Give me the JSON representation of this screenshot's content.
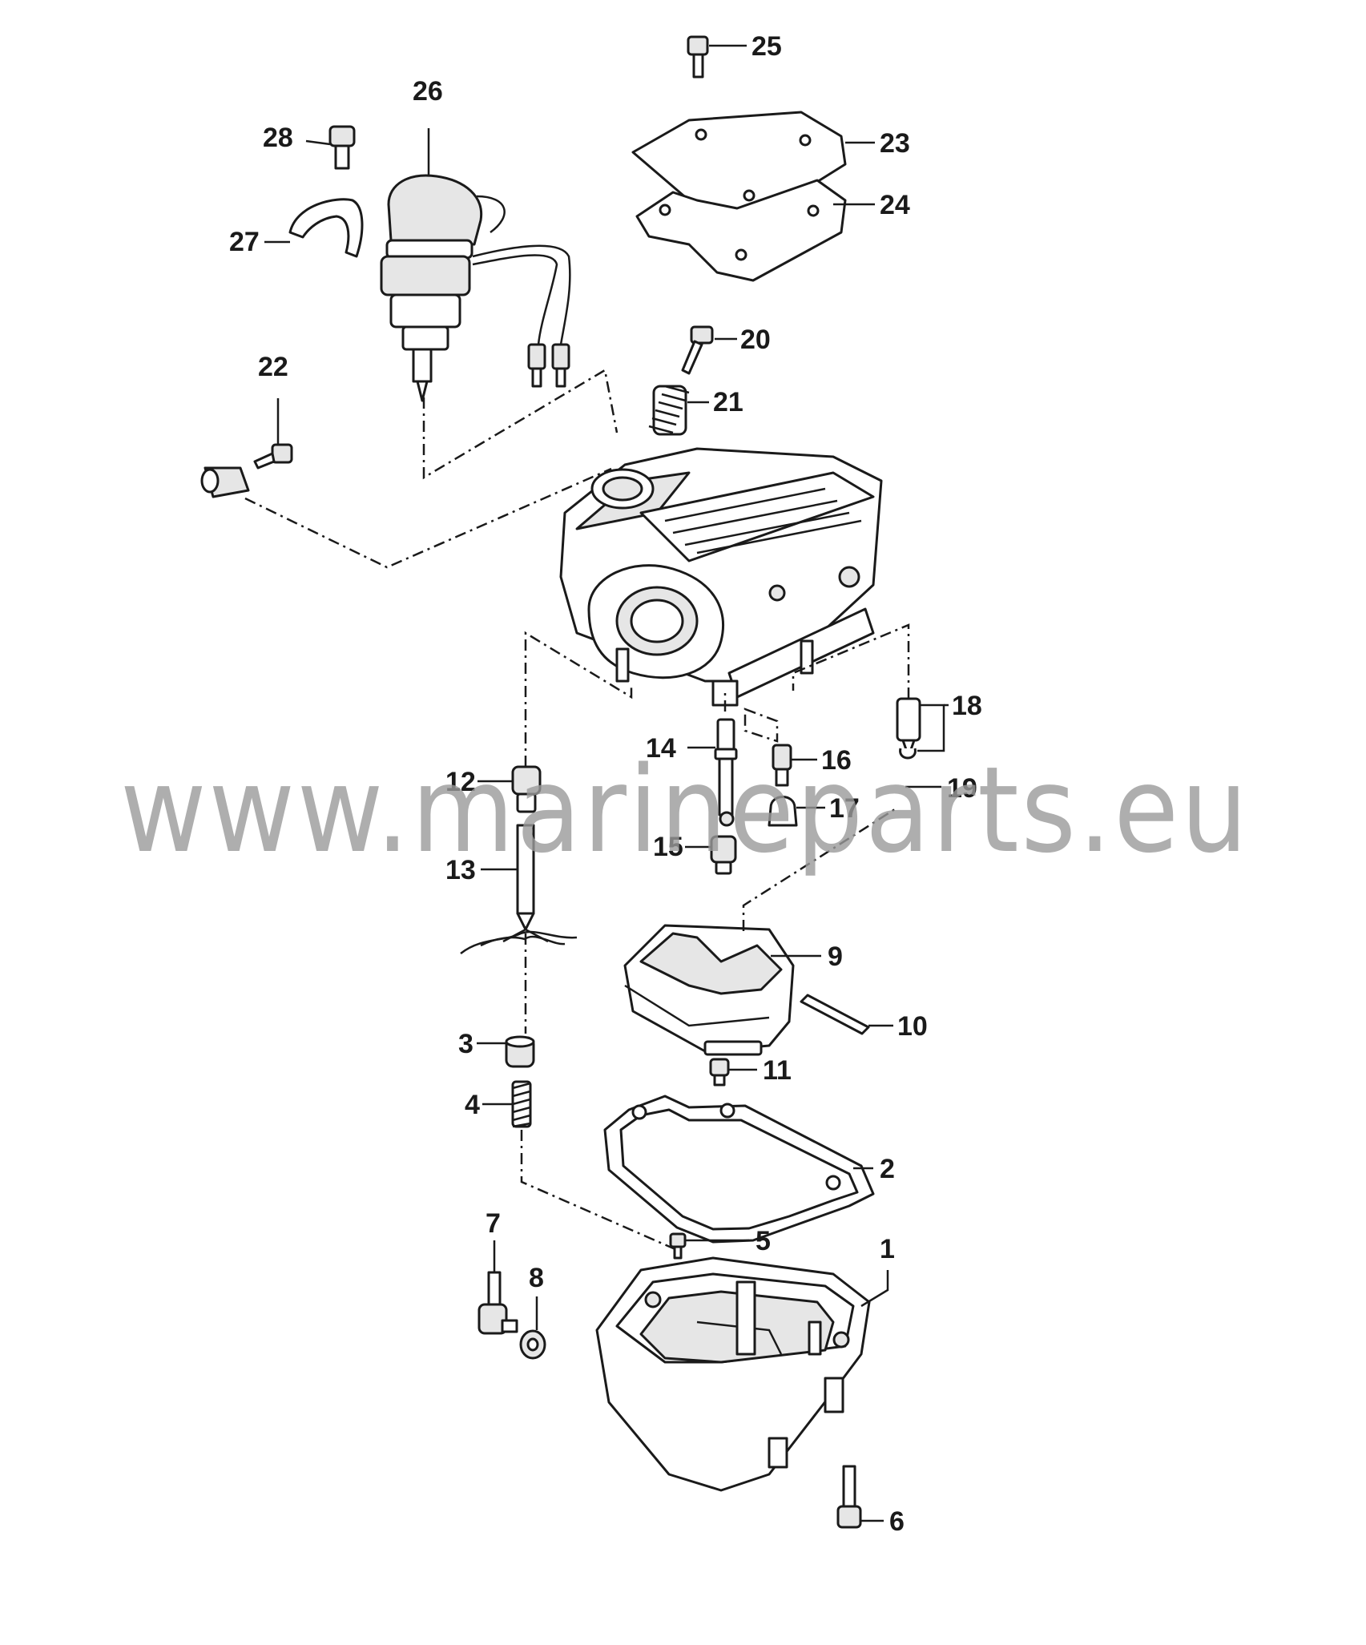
{
  "watermark": "www.marineparts.eu",
  "labels": {
    "p1": "1",
    "p2": "2",
    "p3": "3",
    "p4": "4",
    "p5": "5",
    "p6": "6",
    "p7": "7",
    "p8": "8",
    "p9": "9",
    "p10": "10",
    "p11": "11",
    "p12": "12",
    "p13": "13",
    "p14": "14",
    "p15": "15",
    "p16": "16",
    "p17": "17",
    "p18": "18",
    "p19": "19",
    "p20": "20",
    "p21": "21",
    "p22": "22",
    "p23": "23",
    "p24": "24",
    "p25": "25",
    "p26": "26",
    "p27": "27",
    "p28": "28"
  },
  "colors": {
    "line": "#1a1a1a",
    "watermark": "#9a9a9a",
    "background": "#ffffff"
  }
}
